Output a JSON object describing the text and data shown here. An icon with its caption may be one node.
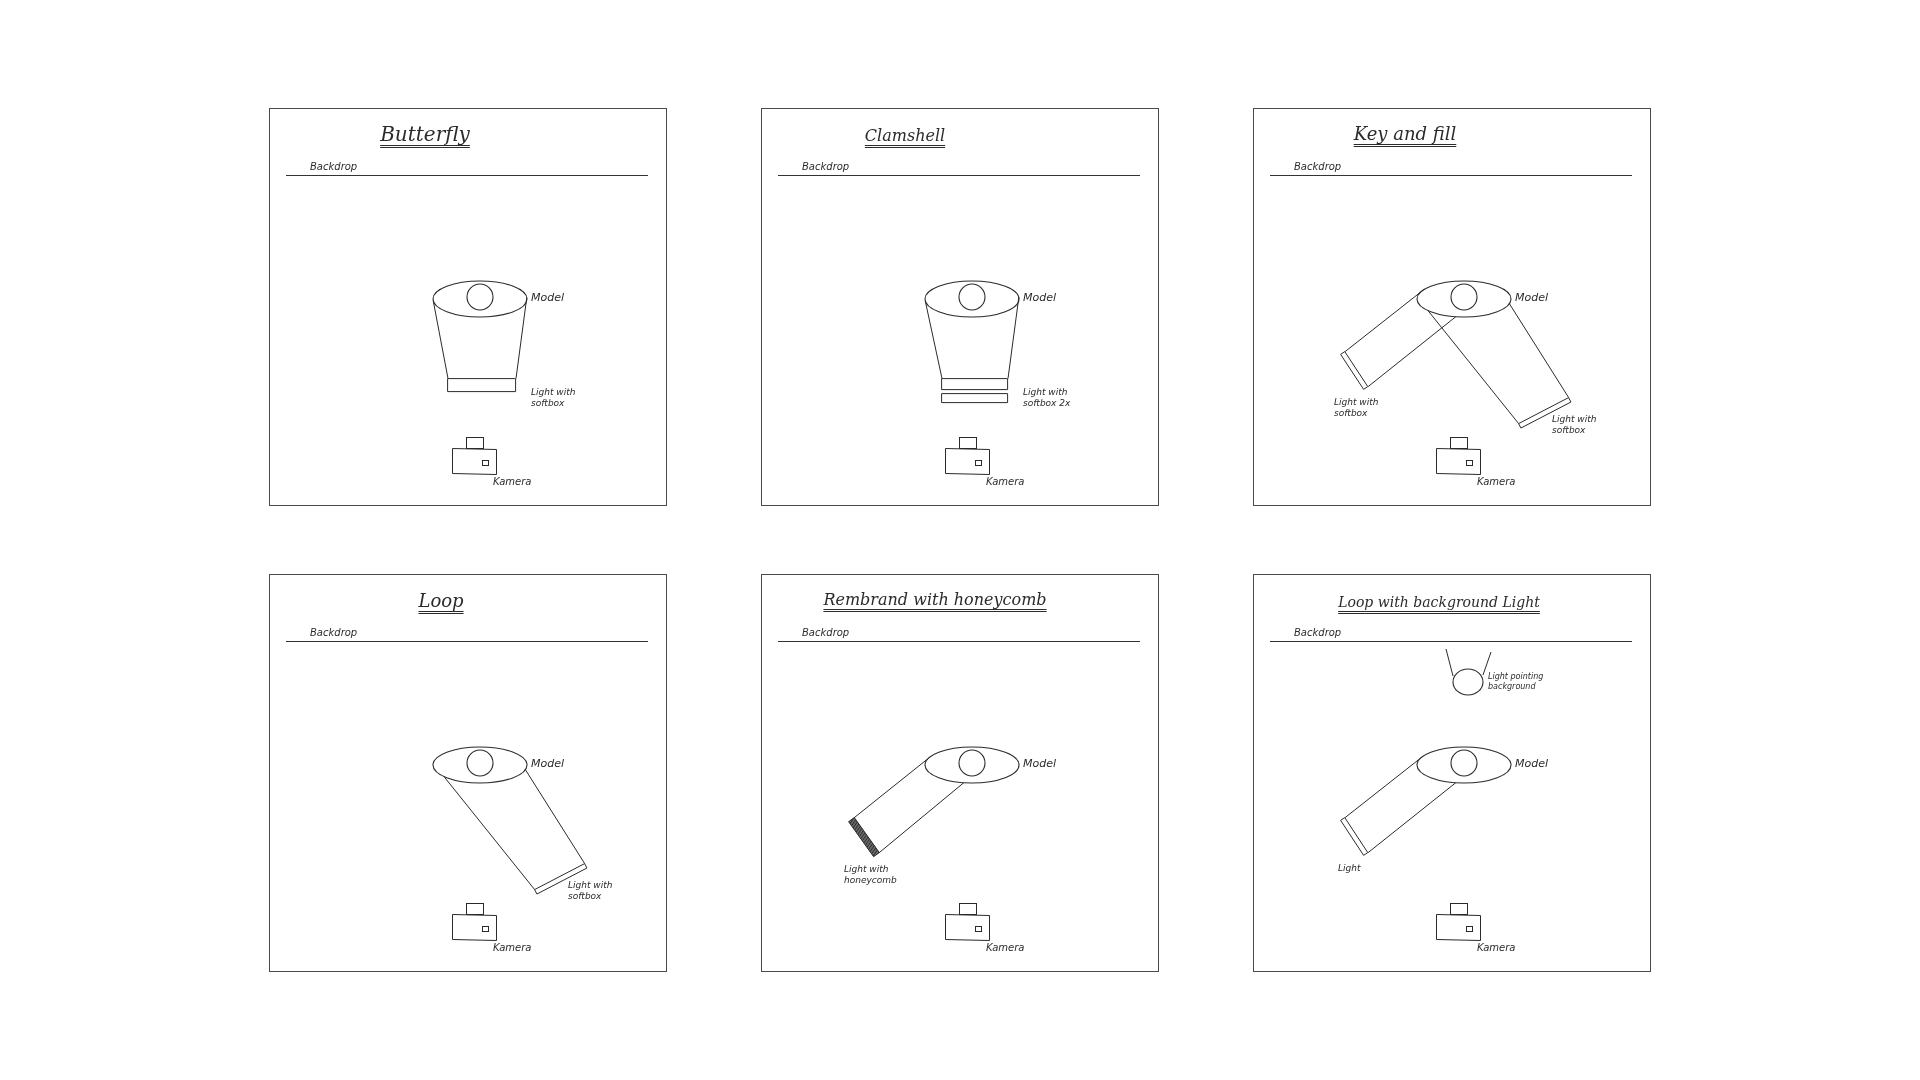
{
  "diagram": {
    "nodes": [
      {
        "text": [
          "Butterfly",
          "Backdrop"
        ]
      },
      {
        "text": [],
        "shape": "person",
        "beside": [
          "Model"
        ],
        "in": 0
      },
      {
        "text": [],
        "shape": "bar",
        "beside": [
          "Light with softbox"
        ],
        "in": 0
      },
      {
        "text": [],
        "shape": "picture",
        "beside": [
          "Kamera"
        ],
        "in": 0
      },
      {
        "text": [
          "Clamshell",
          "Backdrop"
        ]
      },
      {
        "text": [],
        "shape": "person",
        "beside": [
          "Model"
        ],
        "in": 4
      },
      {
        "text": [],
        "shape": "bar",
        "beside": [
          "Light with softbox 2x"
        ],
        "in": 4
      },
      {
        "text": [],
        "shape": "bar",
        "in": 4
      },
      {
        "text": [],
        "shape": "picture",
        "beside": [
          "Kamera"
        ],
        "in": 4
      },
      {
        "text": [
          "Key and fill",
          "Backdrop"
        ]
      },
      {
        "text": [],
        "shape": "person",
        "beside": [
          "Model"
        ],
        "in": 9
      },
      {
        "text": [],
        "shape": "bar",
        "beside": [
          "Light with softbox"
        ],
        "in": 9
      },
      {
        "text": [],
        "shape": "bar",
        "beside": [
          "Light with softbox"
        ],
        "in": 9
      },
      {
        "text": [],
        "shape": "picture",
        "beside": [
          "Kamera"
        ],
        "in": 9
      },
      {
        "text": [
          "Loop",
          "Backdrop"
        ]
      },
      {
        "text": [],
        "shape": "person",
        "beside": [
          "Model"
        ],
        "in": 14
      },
      {
        "text": [],
        "shape": "bar",
        "beside": [
          "Light with softbox"
        ],
        "in": 14
      },
      {
        "text": [],
        "shape": "picture",
        "beside": [
          "Kamera"
        ],
        "in": 14
      },
      {
        "text": [
          "Rembrand with honeycomb",
          "Backdrop"
        ]
      },
      {
        "text": [],
        "shape": "person",
        "beside": [
          "Model"
        ],
        "in": 18
      },
      {
        "text": [],
        "shape": "bar",
        "beside": [
          "Light with honeycomb"
        ],
        "in": 18
      },
      {
        "text": [],
        "shape": "picture",
        "beside": [
          "Kamera"
        ],
        "in": 18
      },
      {
        "text": [
          "Loop with background Light",
          "Backdrop"
        ]
      },
      {
        "text": [],
        "shape": "circle",
        "beside": [
          "Light pointing background"
        ],
        "in": 22
      },
      {
        "text": [],
        "shape": "person",
        "beside": [
          "Model"
        ],
        "in": 22
      },
      {
        "text": [],
        "shape": "bar",
        "beside": [
          "Light"
        ],
        "in": 22
      },
      {
        "text": [],
        "shape": "picture",
        "beside": [
          "Kamera"
        ],
        "in": 22
      }
    ],
    "edges": [
      {
        "from": 2,
        "to": 1,
        "arrow": "none"
      },
      {
        "from": 2,
        "to": 1,
        "arrow": "none"
      },
      {
        "from": 6,
        "to": 5,
        "arrow": "none"
      },
      {
        "from": 6,
        "to": 5,
        "arrow": "none"
      },
      {
        "from": 11,
        "to": 10,
        "arrow": "none"
      },
      {
        "from": 11,
        "to": 10,
        "arrow": "none"
      },
      {
        "from": 12,
        "to": 10,
        "arrow": "none"
      },
      {
        "from": 12,
        "to": 10,
        "arrow": "none"
      },
      {
        "from": 16,
        "to": 15,
        "arrow": "none"
      },
      {
        "from": 16,
        "to": 15,
        "arrow": "none"
      },
      {
        "from": 20,
        "to": 19,
        "arrow": "none"
      },
      {
        "from": 20,
        "to": 19,
        "arrow": "none"
      },
      {
        "from": 25,
        "to": 24,
        "arrow": "none"
      },
      {
        "from": 25,
        "to": 24,
        "arrow": "none"
      }
    ]
  }
}
